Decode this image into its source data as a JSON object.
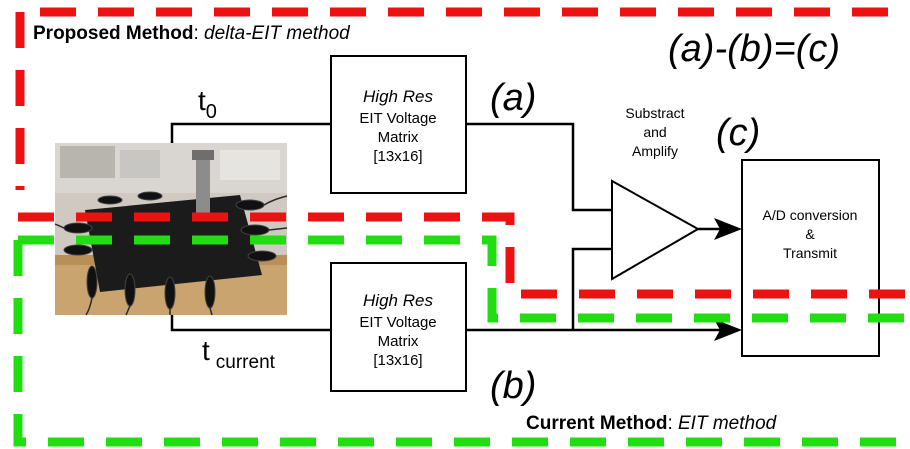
{
  "proposed": {
    "label_bold": "Proposed Method",
    "sep": ": ",
    "label_italic": "delta-EIT method"
  },
  "current": {
    "label_bold": "Current Method",
    "sep": ": ",
    "label_italic": "EIT method"
  },
  "equation": "(a)-(b)=(c)",
  "labels": {
    "a": "(a)",
    "b": "(b)",
    "c": "(c)"
  },
  "time": {
    "t": "t",
    "sub_0": "0",
    "sub_current": "current"
  },
  "box_top": {
    "line1": "High Res",
    "line2": "EIT Voltage",
    "line3": "Matrix",
    "line4": "[13x16]"
  },
  "box_bottom": {
    "line1": "High Res",
    "line2": "EIT Voltage",
    "line3": "Matrix",
    "line4": "[13x16]"
  },
  "amp_caption": {
    "line1": "Substract",
    "line2": "and",
    "line3": "Amplify"
  },
  "ad_box": {
    "line1": "A/D conversion",
    "line2": "&",
    "line3": "Transmit"
  },
  "colors": {
    "proposed": "#ee1111",
    "current": "#22dd11",
    "line": "#000000"
  },
  "photo": {
    "description_icon": "eit-test-rig-photo"
  }
}
